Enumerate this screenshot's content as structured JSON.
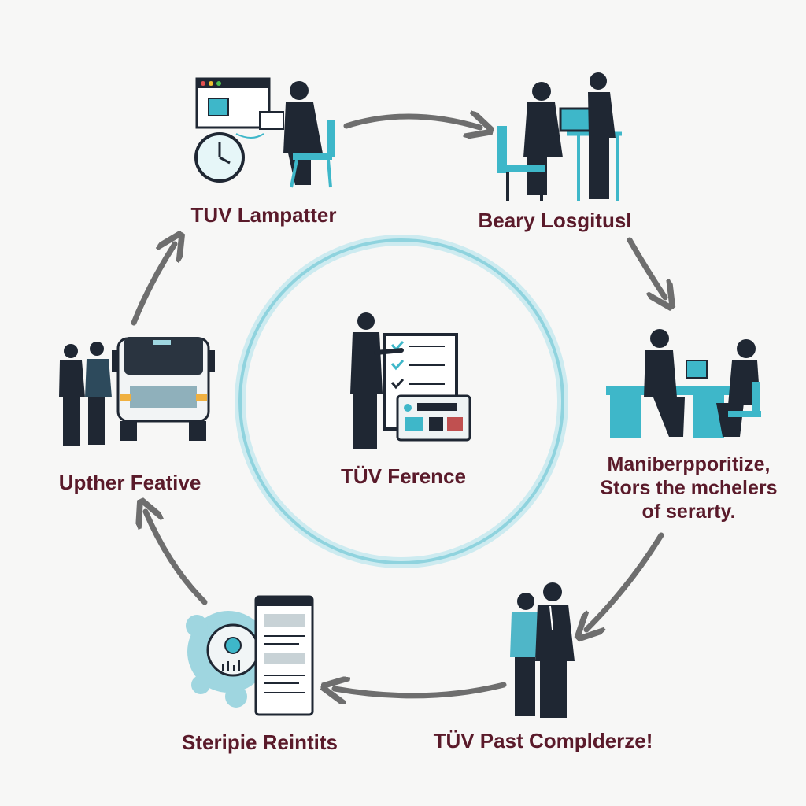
{
  "center": {
    "label": "TÜV Ference"
  },
  "steps": [
    {
      "label": "TUV Lampatter"
    },
    {
      "label": "Beary Losgitusl"
    },
    {
      "lines": [
        "Maniberpporitize,",
        "Stors the mchelers",
        "of serarty."
      ]
    },
    {
      "label": "TÜV Past Complderze!"
    },
    {
      "label": "Steripie Reintits"
    },
    {
      "label": "Upther Feative"
    }
  ],
  "colors": {
    "label": "#5a1a2a",
    "arrow": "#6e6e6e",
    "accent": "#3eb7c9",
    "figure": "#1f2733",
    "ring": "#a9dde6"
  }
}
